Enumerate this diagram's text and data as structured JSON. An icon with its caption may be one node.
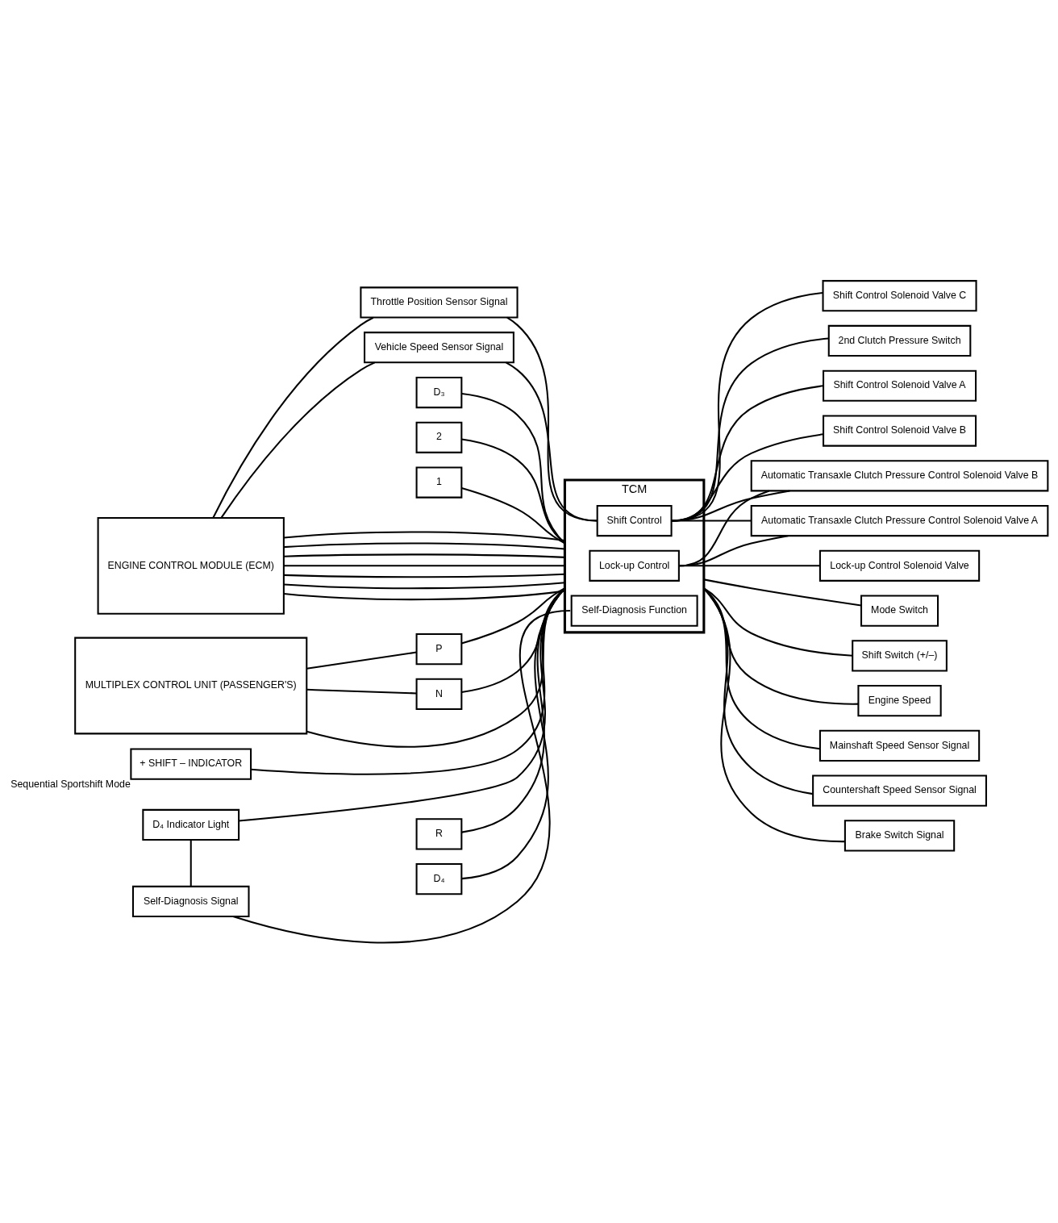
{
  "diagram": {
    "nodes": [
      {
        "text": [
          "TCM"
        ]
      },
      {
        "text": [
          "Shift Control"
        ],
        "in": 0
      },
      {
        "text": [
          "Lock-up Control"
        ],
        "in": 0
      },
      {
        "text": [
          "Self-Diagnosis Function"
        ],
        "in": 0
      },
      {
        "text": [
          "ENGINE CONTROL MODULE (ECM)"
        ]
      },
      {
        "text": [
          "Throttle Position Sensor Signal"
        ]
      },
      {
        "text": [
          "Vehicle Speed Sensor Signal"
        ]
      },
      {
        "text": [
          "MULTIPLEX CONTROL UNIT (PASSENGER'S)"
        ]
      },
      {
        "text": [
          "P"
        ]
      },
      {
        "text": [
          "R"
        ]
      },
      {
        "text": [
          "N"
        ]
      },
      {
        "text": [
          "D₄"
        ]
      },
      {
        "text": [
          "D₃"
        ]
      },
      {
        "text": [
          "2"
        ]
      },
      {
        "text": [
          "1"
        ]
      },
      {
        "text": [
          "+ SHIFT – INDICATOR"
        ],
        "beside": [
          "Sequential Sportshift Mode"
        ]
      },
      {
        "text": [
          "D₄ Indicator Light"
        ]
      },
      {
        "text": [
          "Self-Diagnosis Signal"
        ]
      },
      {
        "text": [
          "Shift Control Solenoid Valve A"
        ]
      },
      {
        "text": [
          "Shift Control Solenoid Valve B"
        ]
      },
      {
        "text": [
          "Shift Control Solenoid Valve C"
        ]
      },
      {
        "text": [
          "Automatic Transaxle Clutch Pressure Control Solenoid Valve A"
        ]
      },
      {
        "text": [
          "Automatic Transaxle Clutch Pressure Control Solenoid Valve B"
        ]
      },
      {
        "text": [
          "2nd Clutch Pressure Switch"
        ]
      },
      {
        "text": [
          "Lock-up Control Solenoid Valve"
        ]
      },
      {
        "text": [
          "Engine Speed"
        ]
      },
      {
        "text": [
          "Mainshaft Speed Sensor Signal"
        ]
      },
      {
        "text": [
          "Countershaft Speed Sensor Signal"
        ]
      },
      {
        "text": [
          "Brake Switch Signal"
        ]
      },
      {
        "text": [
          "Mode Switch"
        ]
      },
      {
        "text": [
          "Shift Switch (+/–)"
        ]
      }
    ],
    "edges": [
      {
        "from": 4,
        "to": 5,
        "arrow": "none"
      },
      {
        "from": 5,
        "to": 1,
        "arrow": "none"
      },
      {
        "from": 4,
        "to": 6,
        "arrow": "none"
      },
      {
        "from": 6,
        "to": 1,
        "arrow": "none"
      },
      {
        "from": 4,
        "to": 0,
        "arrow": "none"
      },
      {
        "from": 4,
        "to": 0,
        "arrow": "none"
      },
      {
        "from": 4,
        "to": 0,
        "arrow": "none"
      },
      {
        "from": 4,
        "to": 0,
        "arrow": "none"
      },
      {
        "from": 4,
        "to": 0,
        "arrow": "none"
      },
      {
        "from": 4,
        "to": 0,
        "arrow": "none"
      },
      {
        "from": 4,
        "to": 0,
        "arrow": "none"
      },
      {
        "from": 7,
        "to": 0,
        "arrow": "none"
      },
      {
        "from": 7,
        "to": 8,
        "arrow": "none"
      },
      {
        "from": 7,
        "to": 10,
        "arrow": "none"
      },
      {
        "from": 8,
        "to": 0,
        "arrow": "none"
      },
      {
        "from": 10,
        "to": 0,
        "arrow": "none"
      },
      {
        "from": 9,
        "to": 0,
        "arrow": "none"
      },
      {
        "from": 11,
        "to": 0,
        "arrow": "none"
      },
      {
        "from": 12,
        "to": 0,
        "arrow": "none"
      },
      {
        "from": 13,
        "to": 0,
        "arrow": "none"
      },
      {
        "from": 14,
        "to": 0,
        "arrow": "none"
      },
      {
        "from": 15,
        "to": 0,
        "arrow": "none"
      },
      {
        "from": 16,
        "to": 0,
        "arrow": "none"
      },
      {
        "from": 16,
        "to": 17,
        "arrow": "none"
      },
      {
        "from": 17,
        "to": 3,
        "arrow": "none"
      },
      {
        "from": 1,
        "to": 18,
        "arrow": "none"
      },
      {
        "from": 1,
        "to": 19,
        "arrow": "none"
      },
      {
        "from": 1,
        "to": 20,
        "arrow": "none"
      },
      {
        "from": 1,
        "to": 21,
        "arrow": "none"
      },
      {
        "from": 2,
        "to": 21,
        "arrow": "none"
      },
      {
        "from": 1,
        "to": 22,
        "arrow": "none"
      },
      {
        "from": 2,
        "to": 22,
        "arrow": "none"
      },
      {
        "from": 1,
        "to": 23,
        "arrow": "none"
      },
      {
        "from": 2,
        "to": 24,
        "arrow": "none"
      },
      {
        "from": 0,
        "to": 25,
        "arrow": "none"
      },
      {
        "from": 0,
        "to": 26,
        "arrow": "none"
      },
      {
        "from": 0,
        "to": 27,
        "arrow": "none"
      },
      {
        "from": 0,
        "to": 28,
        "arrow": "none"
      },
      {
        "from": 0,
        "to": 29,
        "arrow": "none"
      },
      {
        "from": 0,
        "to": 30,
        "arrow": "none"
      }
    ]
  }
}
